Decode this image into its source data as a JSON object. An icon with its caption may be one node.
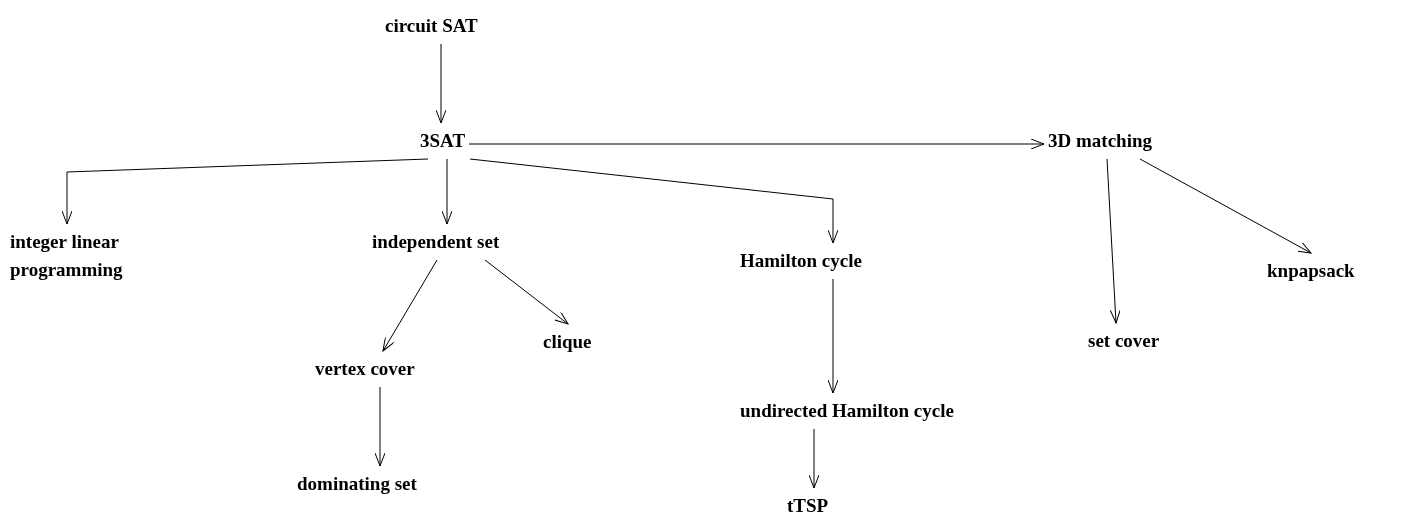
{
  "diagram": {
    "nodes": [
      {
        "text": [
          "circuit SAT"
        ]
      },
      {
        "text": [
          "3SAT"
        ]
      },
      {
        "text": [
          "integer linear programming"
        ]
      },
      {
        "text": [
          "independent set"
        ]
      },
      {
        "text": [
          "Hamilton cycle"
        ]
      },
      {
        "text": [
          "3D matching"
        ]
      },
      {
        "text": [
          "vertex cover"
        ]
      },
      {
        "text": [
          "clique"
        ]
      },
      {
        "text": [
          "dominating set"
        ]
      },
      {
        "text": [
          "set cover"
        ]
      },
      {
        "text": [
          "knpapsack"
        ]
      },
      {
        "text": [
          "undirected Hamilton cycle"
        ]
      },
      {
        "text": [
          "tTSP"
        ]
      }
    ],
    "edges": [
      {
        "from": 0,
        "to": 1,
        "arrow": "to"
      },
      {
        "from": 1,
        "to": 2,
        "arrow": "to"
      },
      {
        "from": 1,
        "to": 3,
        "arrow": "to"
      },
      {
        "from": 1,
        "to": 4,
        "arrow": "to"
      },
      {
        "from": 1,
        "to": 5,
        "arrow": "to"
      },
      {
        "from": 3,
        "to": 6,
        "arrow": "to"
      },
      {
        "from": 3,
        "to": 7,
        "arrow": "to"
      },
      {
        "from": 6,
        "to": 8,
        "arrow": "to"
      },
      {
        "from": 4,
        "to": 11,
        "arrow": "to"
      },
      {
        "from": 11,
        "to": 12,
        "arrow": "to"
      },
      {
        "from": 5,
        "to": 9,
        "arrow": "to"
      },
      {
        "from": 5,
        "to": 10,
        "arrow": "to"
      }
    ]
  }
}
